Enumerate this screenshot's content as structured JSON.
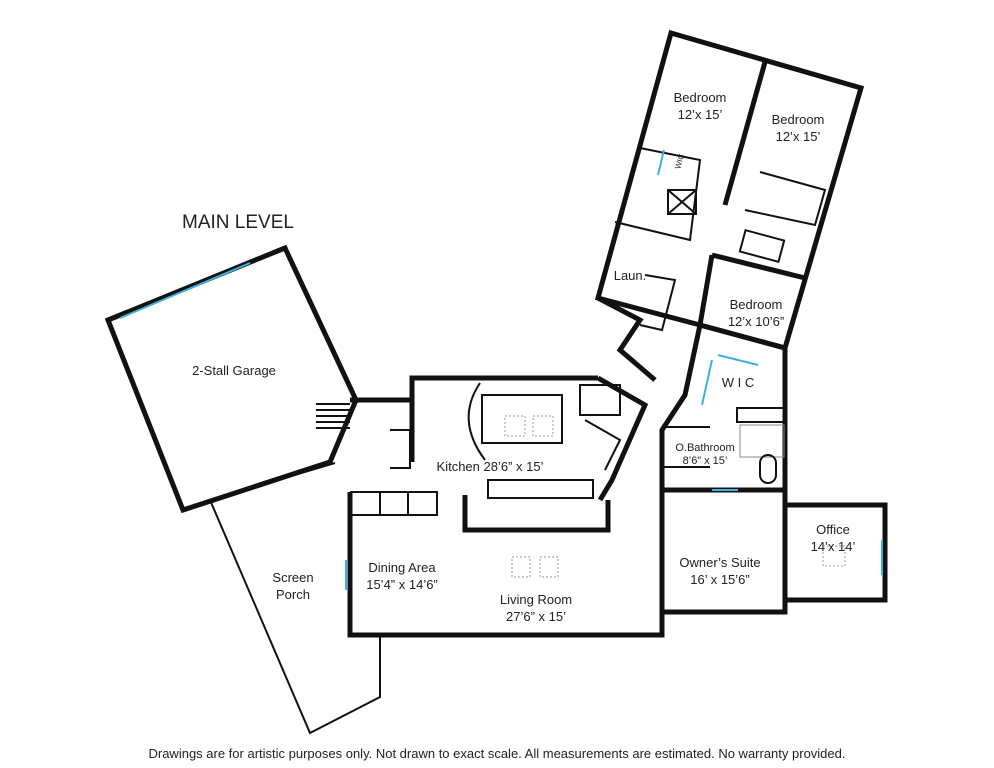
{
  "title": "MAIN LEVEL",
  "rooms": {
    "garage": {
      "name": "2-Stall Garage"
    },
    "porch": {
      "name": "Screen",
      "name2": "Porch"
    },
    "kitchen": {
      "name": "Kitchen 28’6” x 15’"
    },
    "dining": {
      "name": "Dining Area",
      "dims": "15’4” x 14’6”"
    },
    "living": {
      "name": "Living Room",
      "dims": "27’6” x 15’"
    },
    "bed1": {
      "name": "Bedroom",
      "dims": "12’x 15’"
    },
    "bed2": {
      "name": "Bedroom",
      "dims": "12’x 15’"
    },
    "bed3": {
      "name": "Bedroom",
      "dims": "12’x 10’6”"
    },
    "wic_small": {
      "name": "WIC"
    },
    "laundry": {
      "name": "Laun."
    },
    "wic": {
      "name": "W I C"
    },
    "obath": {
      "name": "O.Bathroom",
      "dims": "8’6” x 15’"
    },
    "owner": {
      "name": "Owner’s Suite",
      "dims": "16’ x 15’6”"
    },
    "office": {
      "name": "Office",
      "dims": "14’x 14’"
    }
  },
  "footer": "Drawings are for artistic purposes only. Not drawn to exact scale. All measurements are estimated. No warranty provided.",
  "colors": {
    "wall": "#111111",
    "window": "#3bb3e0"
  }
}
